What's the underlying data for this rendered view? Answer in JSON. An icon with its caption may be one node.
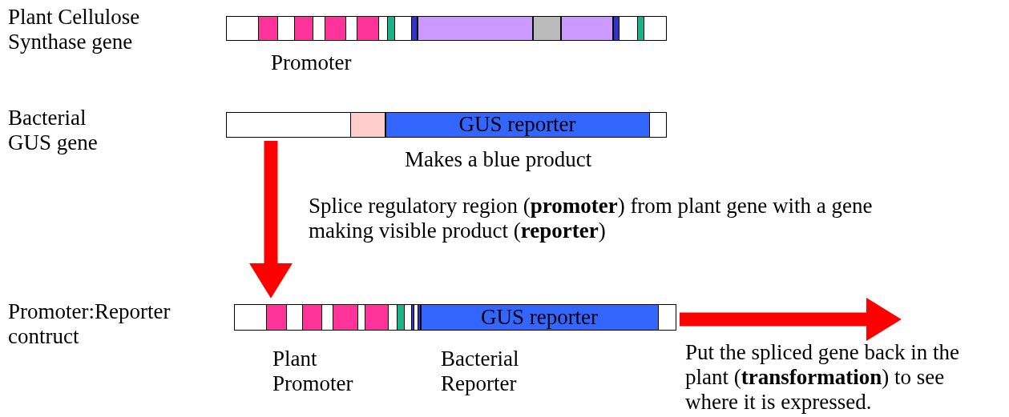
{
  "diagram": {
    "nodes": [
      {
        "text": [],
        "shape": "bar",
        "beside": [
          "Promoter"
        ]
      },
      {
        "text": [],
        "shape": "bar",
        "beside": [
          "Makes a blue product"
        ]
      },
      {
        "text": [
          "GUS reporter"
        ],
        "in": 1
      },
      {
        "text": [],
        "shape": "bar",
        "beside": [
          "Plant Promoter",
          "Bacterial Reporter"
        ]
      },
      {
        "text": [
          "GUS reporter"
        ],
        "in": 3
      },
      {
        "text": [
          "Put the spliced gene back in the plant (**transformation**) to see where it is expressed."
        ]
      }
    ],
    "edges": [
      {
        "from": 1,
        "to": 3,
        "arrow": "to",
        "label": "Splice regulatory region (**promoter**) from plant gene with a gene making visible product (**reporter**)"
      },
      {
        "from": 3,
        "to": 5,
        "arrow": "to"
      }
    ],
    "labels": [
      "Plant Cellulose Synthase gene",
      "Bacterial GUS gene",
      "Promoter:Reporter contruct"
    ]
  }
}
